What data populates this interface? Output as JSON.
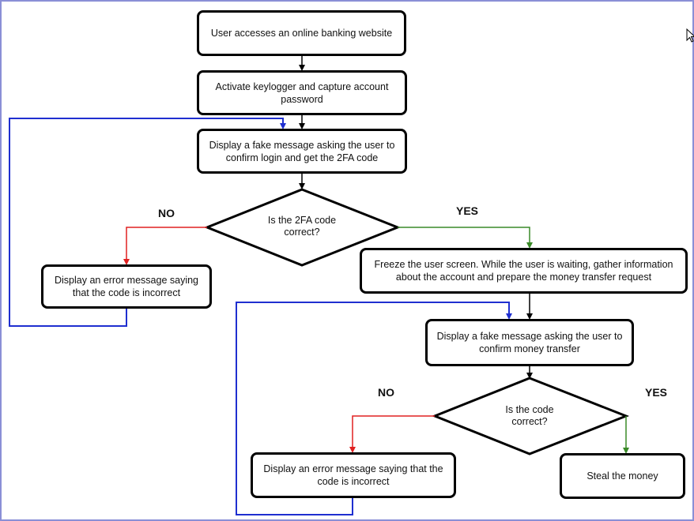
{
  "nodes": {
    "start": "User accesses an online banking website",
    "keylogger": "Activate keylogger and capture account password",
    "fake_login": "Display a fake message asking the user to confirm login and get the 2FA code",
    "decision_2fa": "Is the 2FA code correct?",
    "error_2fa": "Display an error message saying that the code is incorrect",
    "freeze": "Freeze the user screen. While the user is waiting, gather information about the account and prepare the money transfer request",
    "fake_transfer": "Display a fake message asking the user to confirm money transfer",
    "decision_code": "Is the code correct?",
    "error_code": "Display an error message saying that the code is incorrect",
    "steal": "Steal the money"
  },
  "labels": {
    "no_1": "NO",
    "yes_1": "YES",
    "no_2": "NO",
    "yes_2": "YES"
  },
  "colors": {
    "no_branch": "#e02020",
    "yes_branch": "#3a8a28",
    "loop_back": "#1f2fd0",
    "main_flow": "#000000"
  }
}
